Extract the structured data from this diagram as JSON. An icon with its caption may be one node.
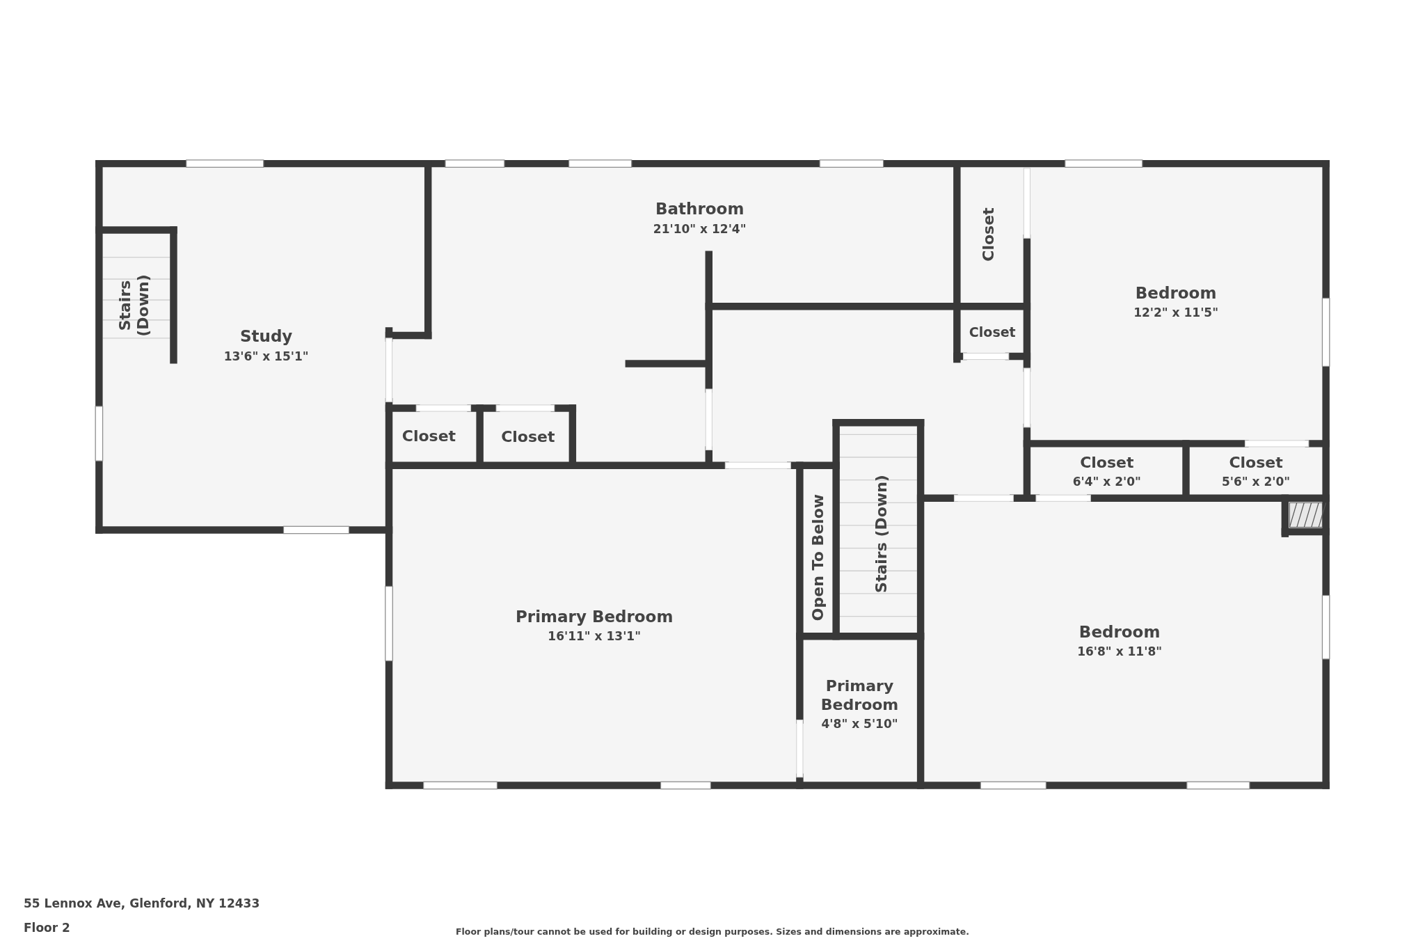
{
  "diagram": {
    "nodes": [
      {
        "text": [
          "Study",
          "13'6\" x 15'1\""
        ]
      },
      {
        "text": [
          "Stairs (Down)"
        ],
        "in": 0
      },
      {
        "text": [
          "Bathroom",
          "21'10\" x 12'4\""
        ]
      },
      {
        "text": [
          "Closet"
        ]
      },
      {
        "text": [
          "Closet"
        ]
      },
      {
        "text": [
          "Bedroom",
          "12'2\" x 11'5\""
        ]
      },
      {
        "text": [
          "Closet"
        ]
      },
      {
        "text": [
          "Closet"
        ]
      },
      {
        "text": [
          "Closet",
          "6'4\" x 2'0\""
        ]
      },
      {
        "text": [
          "Closet",
          "5'6\" x 2'0\""
        ]
      },
      {
        "text": [
          "Primary Bedroom",
          "16'11\" x 13'1\""
        ]
      },
      {
        "text": [
          "Open To Below"
        ]
      },
      {
        "text": [
          "Stairs (Down)"
        ]
      },
      {
        "text": [
          "Primary Bedroom",
          "4'8\" x 5'10\""
        ]
      },
      {
        "text": [
          "Bedroom",
          "16'8\" x 11'8\""
        ]
      }
    ],
    "edges": [],
    "labels": [
      "55 Lennox Ave, Glenford, NY 12433",
      "Floor 2",
      "Floor plans/tour cannot be used for building or design purposes. Sizes and dimensions are approximate."
    ]
  }
}
